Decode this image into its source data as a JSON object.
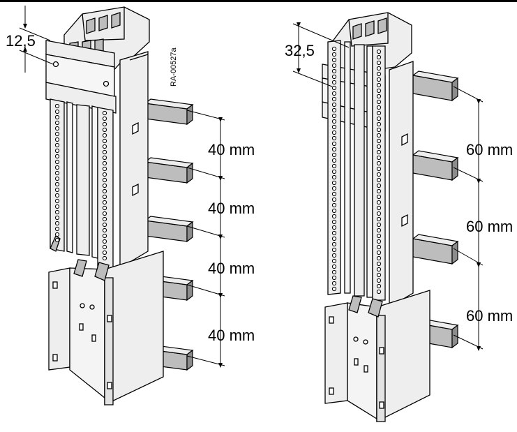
{
  "figure_code": "RA-00527a",
  "left_module": {
    "top_offset": "12,5",
    "pitch_labels": [
      "40 mm",
      "40 mm",
      "40 mm",
      "40 mm"
    ]
  },
  "right_module": {
    "top_offset": "32,5",
    "pitch_labels": [
      "60 mm",
      "60 mm",
      "60 mm"
    ]
  },
  "colors": {
    "line": "#000000",
    "fill_light": "#eeeeee",
    "fill_mid": "#bdbdbd",
    "fill_dark": "#8c8c8c",
    "background": "#ffffff"
  }
}
